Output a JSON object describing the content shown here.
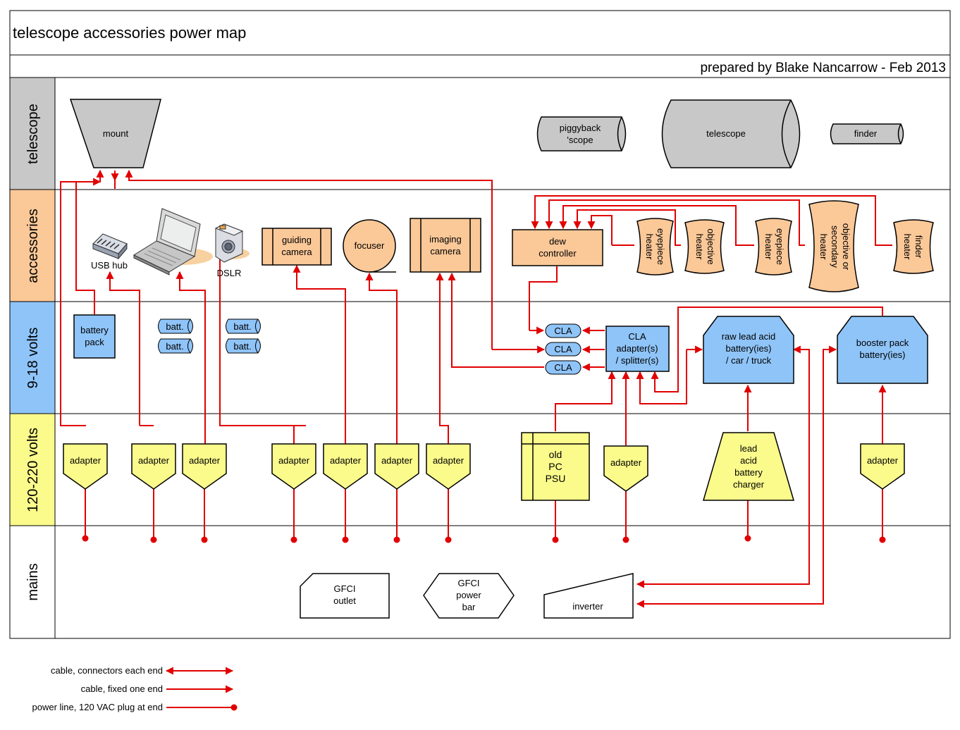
{
  "title": "telescope accessories power map",
  "subtitle": "prepared by Blake Nancarrow - Feb 2013",
  "lanes": {
    "telescope": "telescope",
    "accessories": "accessories",
    "low_voltage": "9-18 volts",
    "high_voltage": "120-220 volts",
    "mains": "mains"
  },
  "colors": {
    "telescope_lane": "#c8c8c8",
    "accessories_lane": "#fbc898",
    "low_voltage_lane": "#8fc4f8",
    "high_voltage_lane": "#fbfb8c",
    "cable": "#e10000"
  },
  "telescope_row": {
    "mount": "mount",
    "piggyback_1": "piggyback",
    "piggyback_2": "'scope",
    "telescope": "telescope",
    "finder": "finder"
  },
  "accessories_row": {
    "usb_hub": "USB hub",
    "dslr": "DSLR",
    "guiding_camera_1": "guiding",
    "guiding_camera_2": "camera",
    "focuser": "focuser",
    "imaging_camera_1": "imaging",
    "imaging_camera_2": "camera",
    "dew_controller_1": "dew",
    "dew_controller_2": "controller",
    "heaters": [
      {
        "line1": "eyepiece",
        "line2": "heater"
      },
      {
        "line1": "objective",
        "line2": "heater"
      },
      {
        "line1": "eyepiece",
        "line2": "heater"
      },
      {
        "line1": "objective or",
        "line2": "secondary",
        "line3": "heater"
      },
      {
        "line1": "finder",
        "line2": "heater"
      }
    ],
    "icons": [
      "usb-hub-icon",
      "laptop-icon",
      "camera-icon"
    ]
  },
  "low_voltage_row": {
    "battery_pack_1": "battery",
    "battery_pack_2": "pack",
    "batt": "batt.",
    "cla": "CLA",
    "cla_adapter_1": "CLA",
    "cla_adapter_2": "adapter(s)",
    "cla_adapter_3": "/ splitter(s)",
    "raw_battery_1": "raw lead acid",
    "raw_battery_2": "battery(ies)",
    "raw_battery_3": "/ car / truck",
    "booster_1": "booster pack",
    "booster_2": "battery(ies)"
  },
  "high_voltage_row": {
    "adapter": "adapter",
    "psu_1": "old",
    "psu_2": "PC",
    "psu_3": "PSU",
    "charger_1": "lead",
    "charger_2": "acid",
    "charger_3": "battery",
    "charger_4": "charger"
  },
  "mains_row": {
    "gfci_outlet_1": "GFCI",
    "gfci_outlet_2": "outlet",
    "gfci_bar_1": "GFCI",
    "gfci_bar_2": "power",
    "gfci_bar_3": "bar",
    "inverter": "inverter"
  },
  "legend": [
    "cable, connectors each end",
    "cable, fixed one end",
    "power line, 120 VAC plug at end"
  ]
}
